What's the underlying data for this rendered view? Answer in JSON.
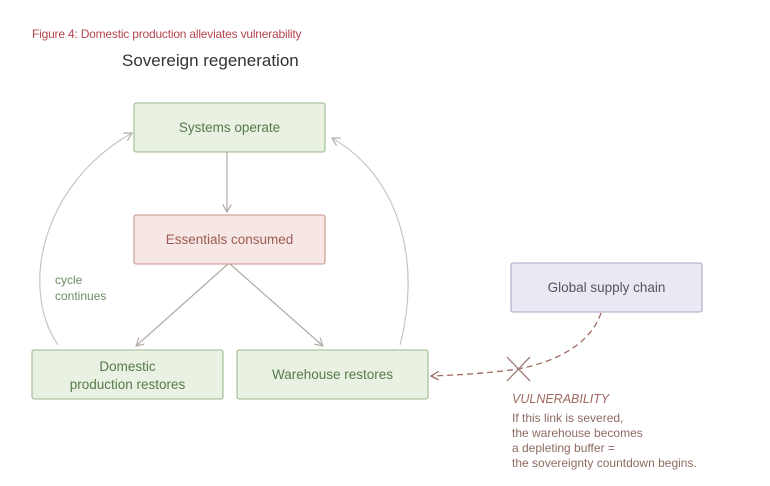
{
  "figure": {
    "caption": "Figure 4: Domestic production alleviates vulnerability",
    "title": "Sovereign regeneration"
  },
  "nodes": {
    "systems_operate": "Systems operate",
    "essentials_consumed": "Essentials consumed",
    "domestic_line1": "Domestic",
    "domestic_line2": "production restores",
    "warehouse_restores": "Warehouse restores",
    "global_supply_chain": "Global supply chain"
  },
  "labels": {
    "cycle_line1": "cycle",
    "cycle_line2": "continues"
  },
  "vulnerability": {
    "heading": "VULNERABILITY",
    "lines": [
      "If this link is severed,",
      "the warehouse becomes",
      "a depleting buffer =",
      "the sovereignty countdown begins."
    ]
  },
  "colors": {
    "caption": "#b5454f",
    "green_fill": "#e8f1e2",
    "red_fill": "#f6e6e4",
    "purple_fill": "#e9e8f3",
    "vulnerability": "#a06a62"
  }
}
